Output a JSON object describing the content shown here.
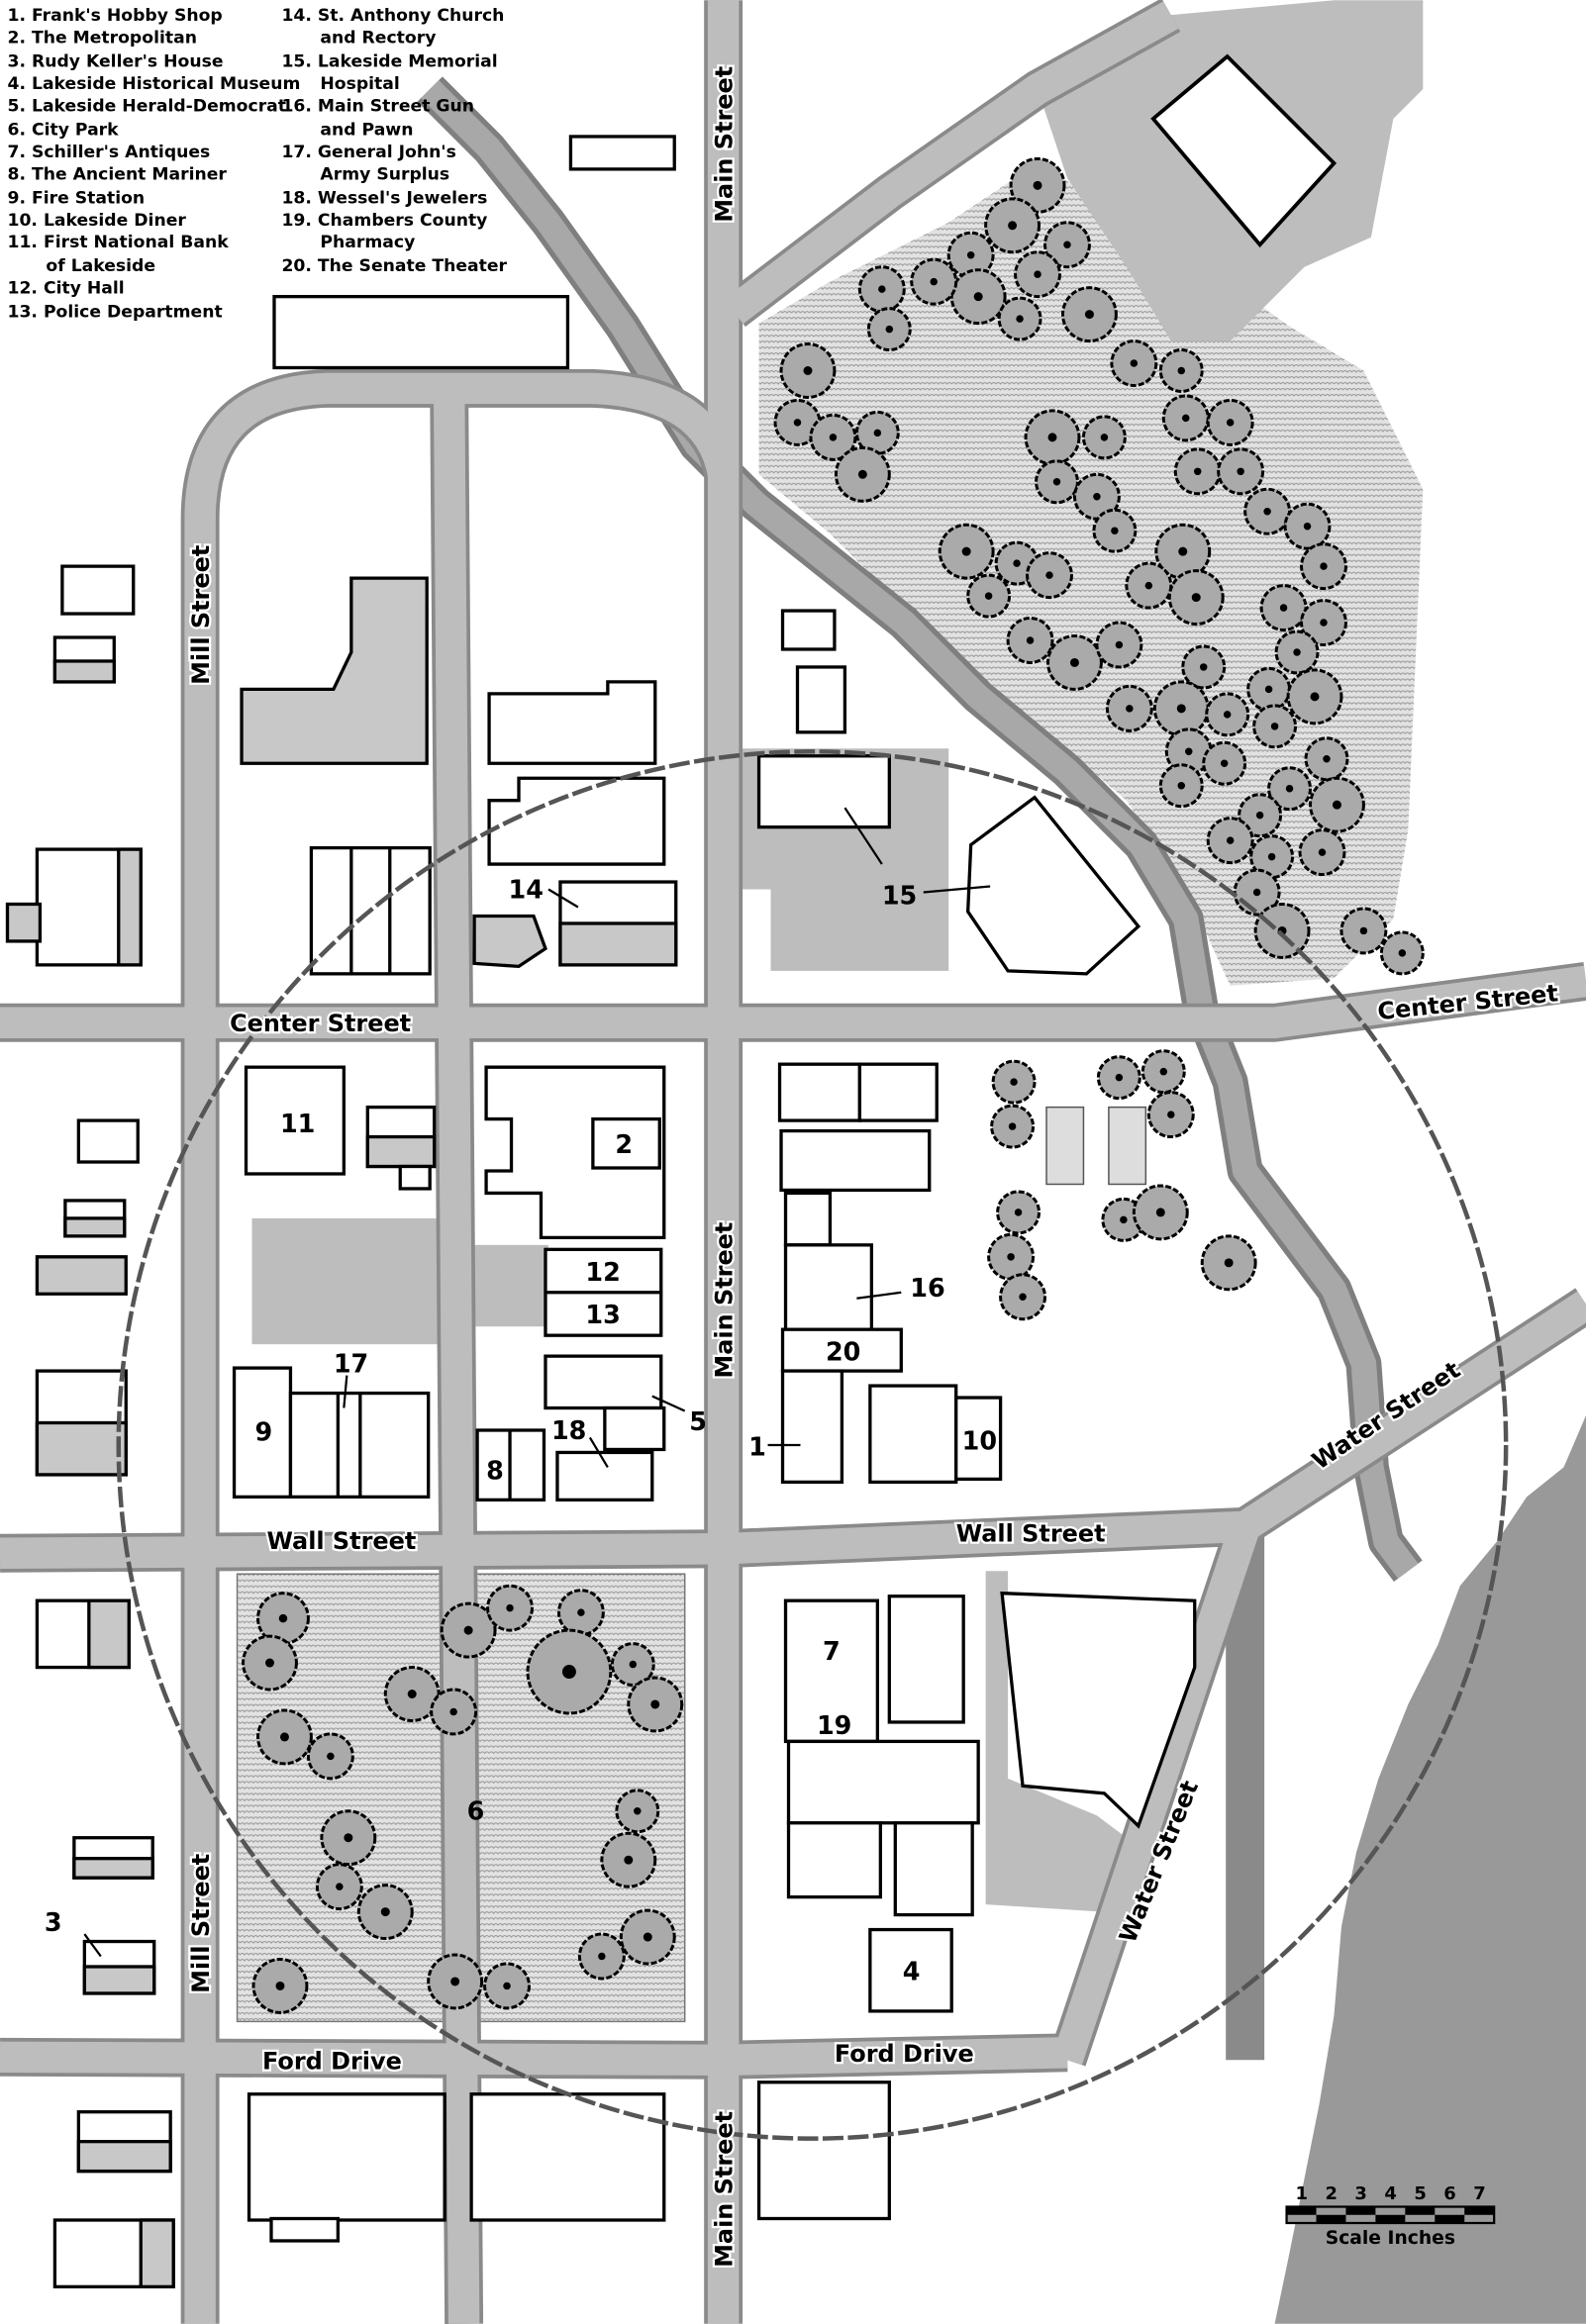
{
  "legend": {
    "col1": [
      "1. Frank's Hobby Shop",
      "2. The Metropolitan",
      "3. Rudy Keller's House",
      "4. Lakeside Historical Museum",
      "5. Lakeside Herald-Democrat",
      "6. City Park",
      "7. Schiller's Antiques",
      "8. The Ancient Mariner",
      "9. Fire Station",
      "10. Lakeside Diner",
      "11. First National Bank",
      "of Lakeside",
      "12. City Hall",
      "13. Police Department"
    ],
    "col2": [
      "14. St. Anthony Church",
      "and Rectory",
      "15. Lakeside Memorial",
      "Hospital",
      "16. Main Street Gun",
      "and Pawn",
      "17. General John's",
      "Army Surplus",
      "18. Wessel's Jewelers",
      "19. Chambers County",
      "Pharmacy",
      "20. The Senate Theater"
    ]
  },
  "streets": {
    "main": "Main Street",
    "mill": "Mill Street",
    "center": "Center Street",
    "wall": "Wall Street",
    "ford": "Ford Drive",
    "water": "Water Street"
  },
  "markers": [
    "1",
    "2",
    "3",
    "4",
    "5",
    "6",
    "7",
    "8",
    "9",
    "10",
    "11",
    "12",
    "13",
    "14",
    "15",
    "16",
    "17",
    "18",
    "19",
    "20"
  ],
  "scale": {
    "ticks": [
      "1",
      "2",
      "3",
      "4",
      "5",
      "6",
      "7"
    ],
    "label": "Scale Inches"
  },
  "colors": {
    "road": "#bdbdbd",
    "lake": "#999999",
    "river": "#9a9a9a",
    "park": "#d8d8d8"
  }
}
